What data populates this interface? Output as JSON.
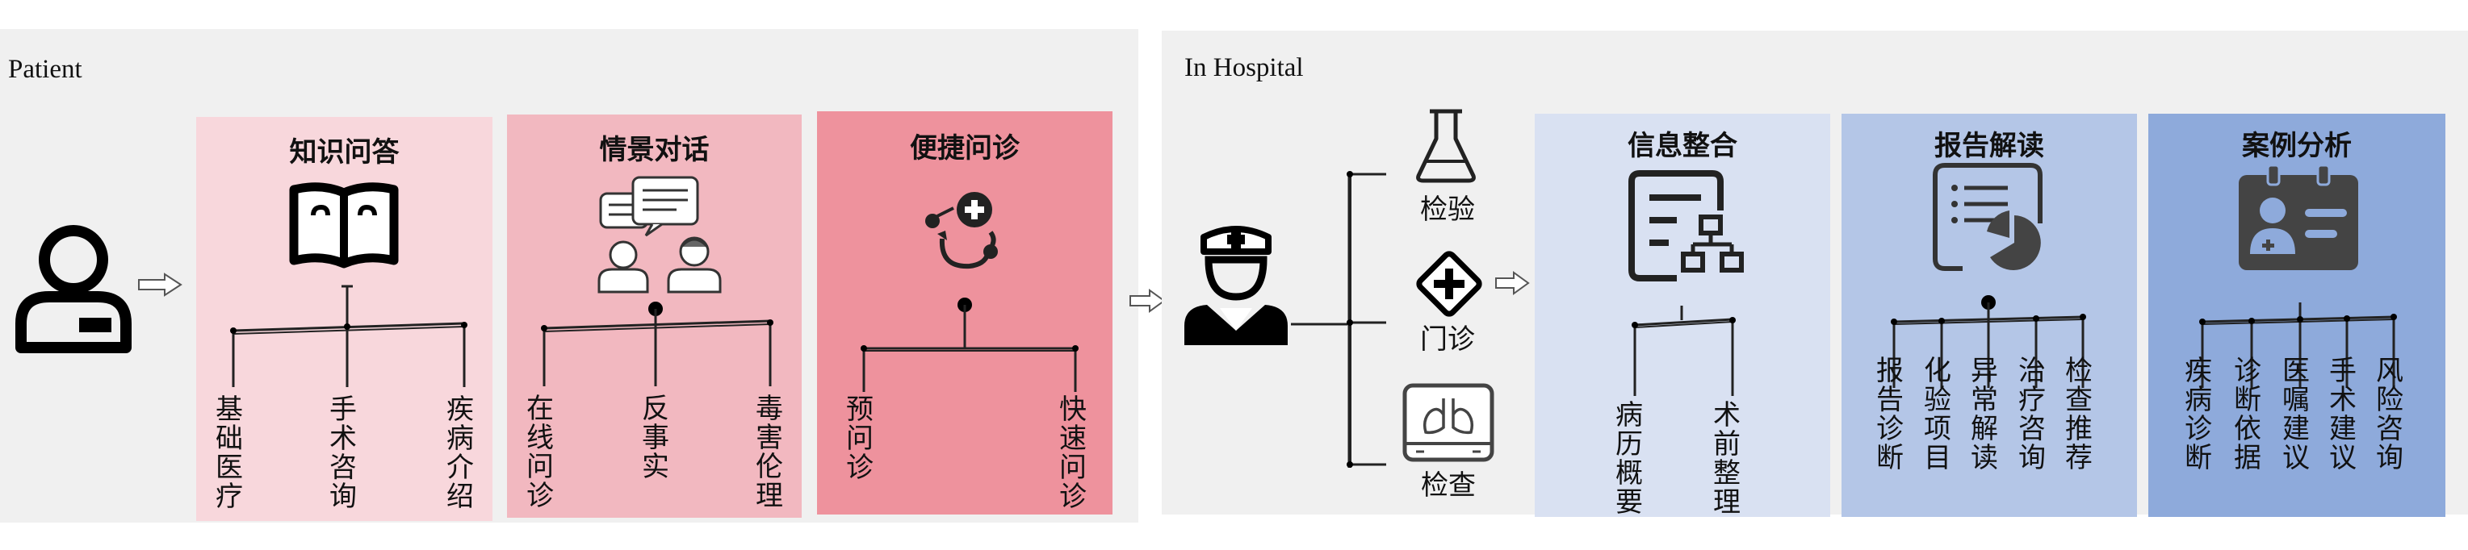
{
  "left_panel": {
    "title": "Patient",
    "boxes": [
      {
        "title": "知识问答",
        "icon": "book-icon",
        "color": "#f8d7dc",
        "items": [
          "基础医疗",
          "手术咨询",
          "疾病介绍"
        ]
      },
      {
        "title": "情景对话",
        "icon": "dialogue-people-icon",
        "color": "#f2b8c0",
        "items": [
          "在线问诊",
          "反事实",
          "毒害伦理"
        ]
      },
      {
        "title": "便捷问诊",
        "icon": "medical-cross-cycle-icon",
        "color": "#ee929d",
        "items": [
          "预问诊",
          "快速问诊"
        ]
      }
    ]
  },
  "right_panel": {
    "title": "In Hospital",
    "branches": [
      {
        "label": "检验",
        "icon": "flask-icon"
      },
      {
        "label": "门诊",
        "icon": "diamond-cross-icon"
      },
      {
        "label": "检查",
        "icon": "lung-scan-icon"
      }
    ],
    "boxes": [
      {
        "title": "信息整合",
        "icon": "document-structure-icon",
        "color": "#d9e1f2",
        "items": [
          "病历概要",
          "术前整理"
        ]
      },
      {
        "title": "报告解读",
        "icon": "report-pie-icon",
        "color": "#b4c6e7",
        "items": [
          "报告诊断",
          "化验项目",
          "异常解读",
          "治疗咨询",
          "检查推荐"
        ]
      },
      {
        "title": "案例分析",
        "icon": "medical-card-icon",
        "color": "#8eaadb",
        "items": [
          "疾病诊断",
          "诊断依据",
          "医嘱建议",
          "手术建议",
          "风险咨询"
        ]
      }
    ]
  }
}
